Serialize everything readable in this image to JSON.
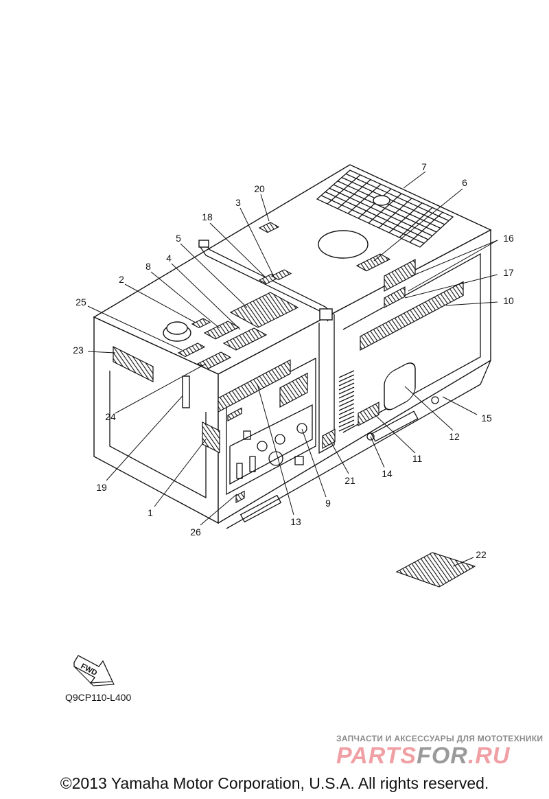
{
  "diagram": {
    "callouts": {
      "c1": "1",
      "c2": "2",
      "c3": "3",
      "c4": "4",
      "c5": "5",
      "c6": "6",
      "c7": "7",
      "c8": "8",
      "c9": "9",
      "c10": "10",
      "c11": "11",
      "c12": "12",
      "c13": "13",
      "c14": "14",
      "c15": "15",
      "c16": "16",
      "c17": "17",
      "c18": "18",
      "c19": "19",
      "c20": "20",
      "c21": "21",
      "c22": "22",
      "c23": "23",
      "c24": "24",
      "c25": "25",
      "c26": "26"
    },
    "fwd_label": "FWD",
    "part_code": "Q9CP110-L400"
  },
  "watermark": {
    "tagline": "ЗАПЧАСТИ И АКСЕССУАРЫ ДЛЯ МОТОТЕХНИКИ",
    "brand_part1": "PARTS",
    "brand_part2": "FOR",
    "brand_part3": ".RU"
  },
  "footer": {
    "copyright": "©2013 Yamaha Motor Corporation, U.S.A. All rights reserved."
  }
}
